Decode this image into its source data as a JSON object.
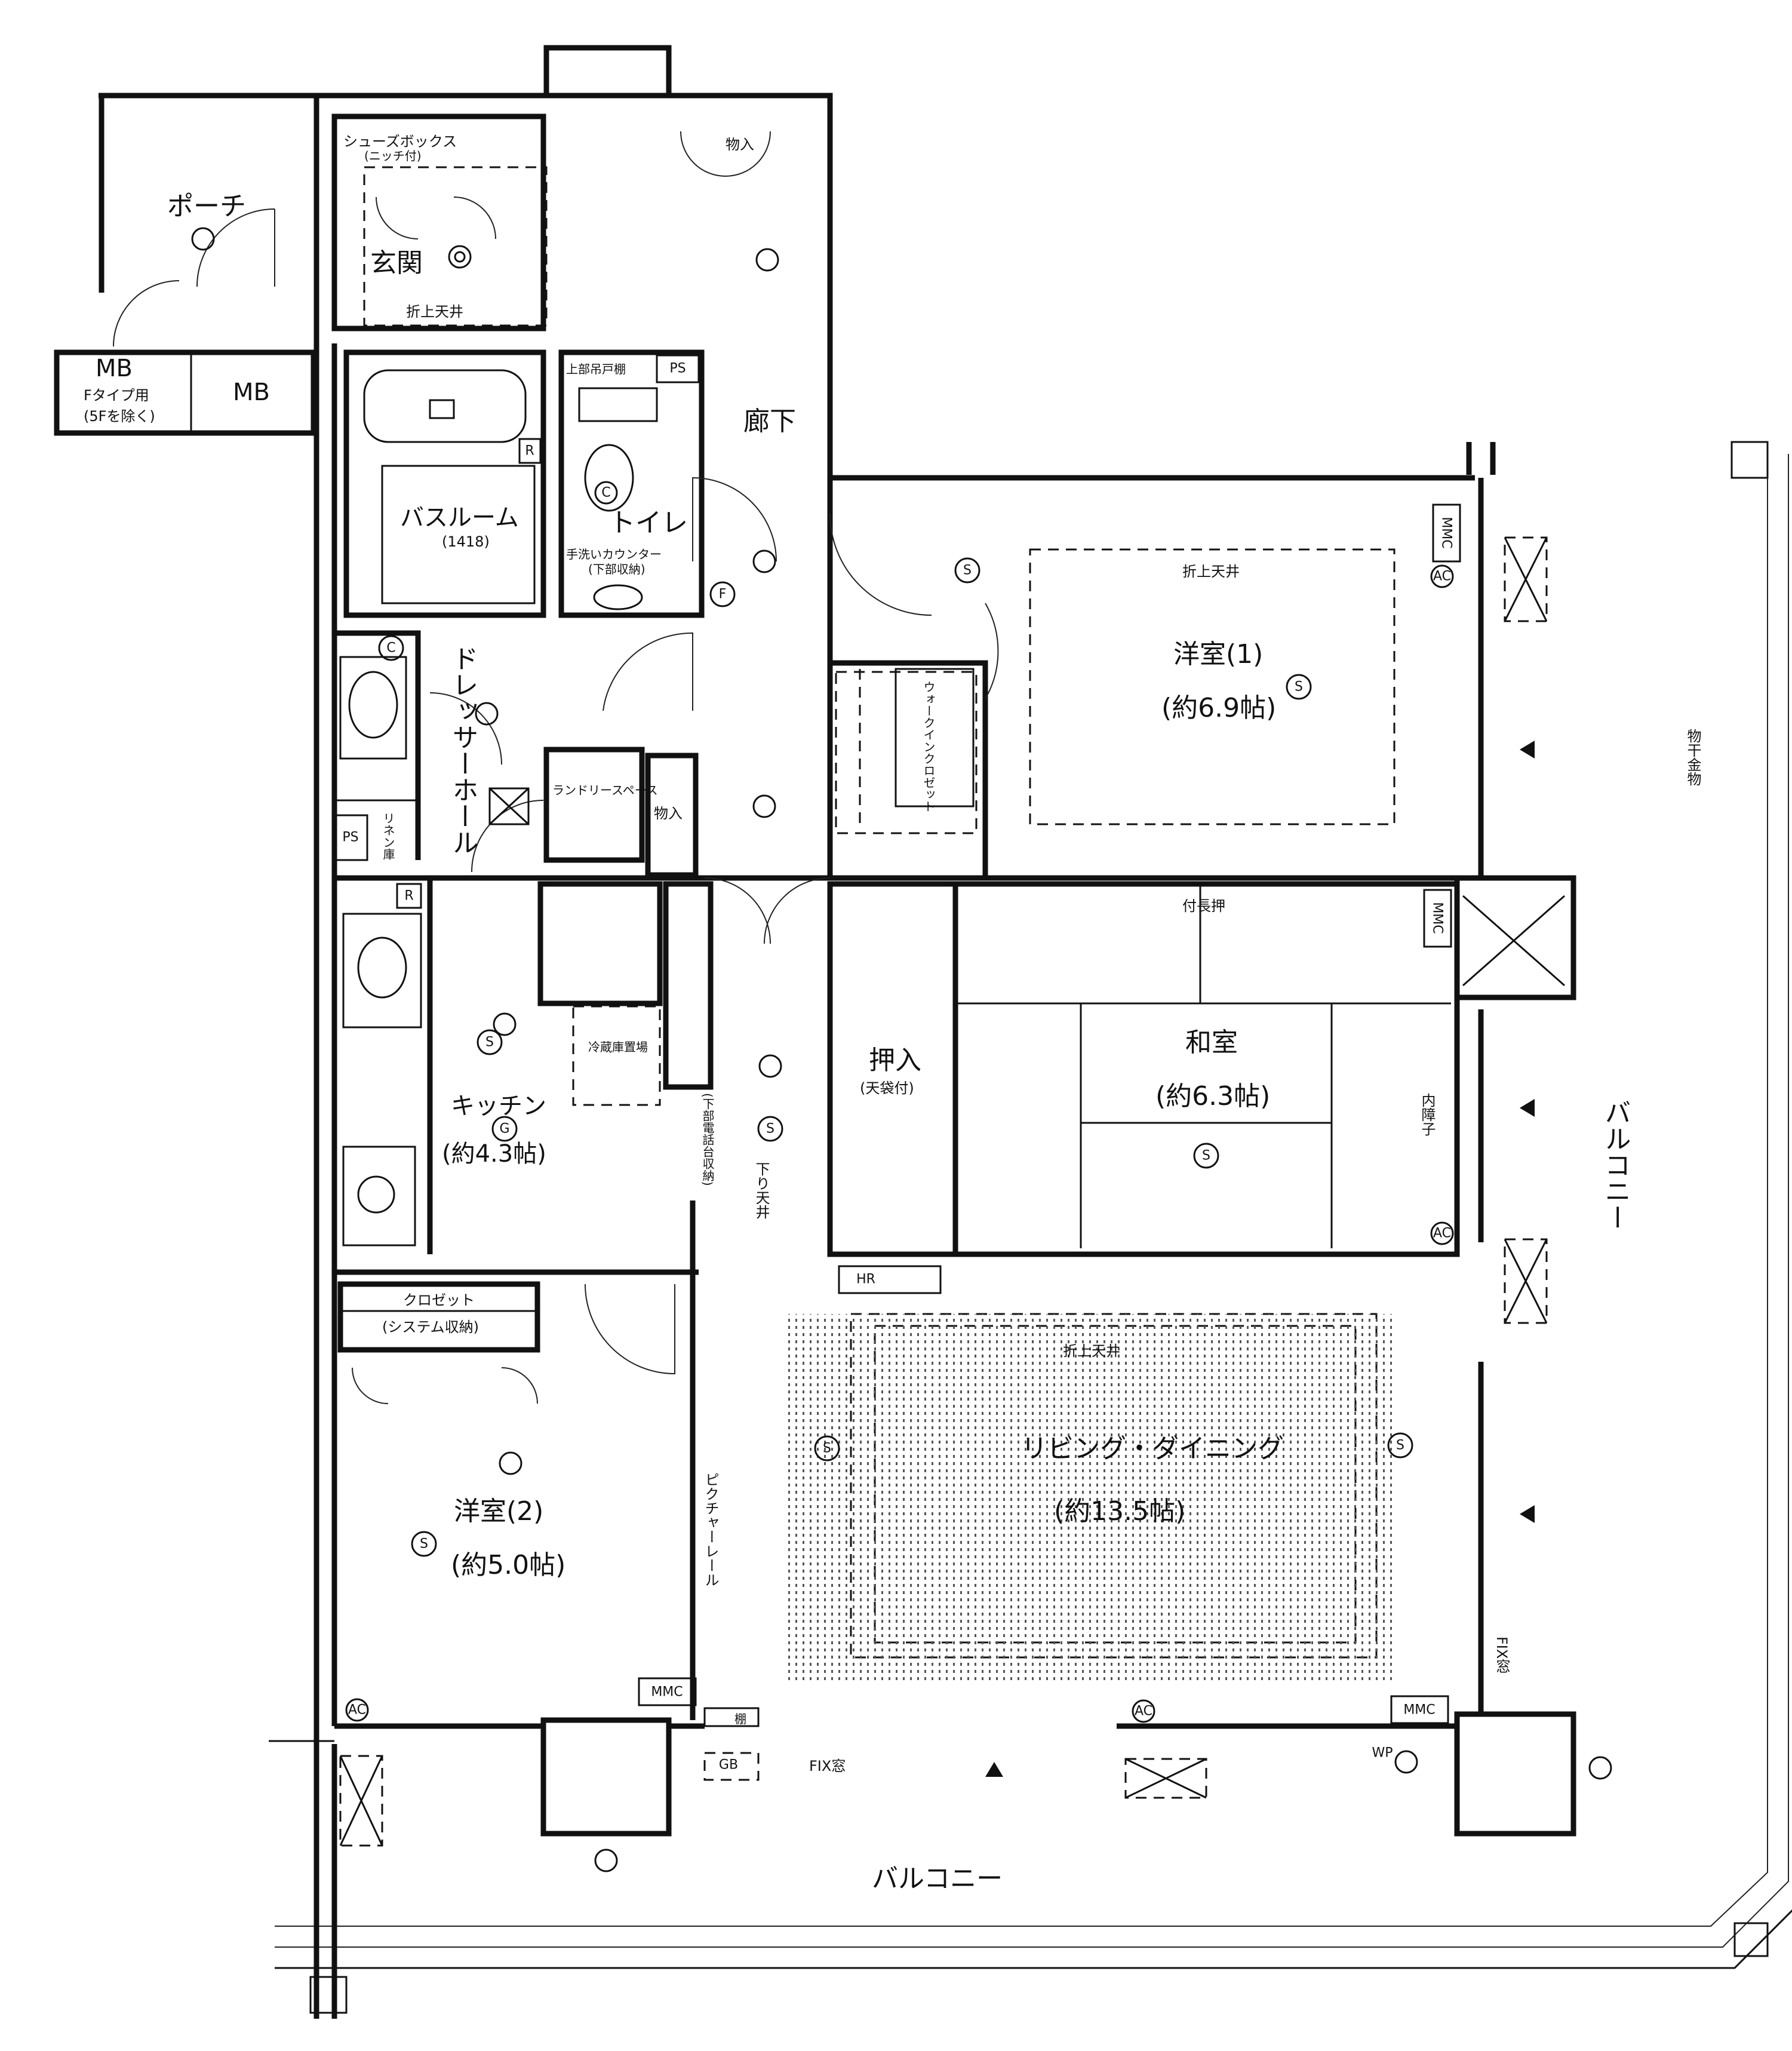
{
  "rooms": {
    "porch": "ポーチ",
    "entrance": "玄関",
    "shoebox": "シューズボックス",
    "shoebox_note": "(ニッチ付)",
    "entrance_ceiling": "折上天井",
    "storage_top": "物入",
    "mb_left": "MB",
    "mb_left_note": "Fタイプ用",
    "mb_left_note2": "(5Fを除く)",
    "mb_right": "MB",
    "corridor": "廊下",
    "bathroom": "バスルーム",
    "bathroom_size": "(1418)",
    "toilet": "トイレ",
    "toilet_cabinet": "上部吊戸棚",
    "toilet_counter": "手洗いカウンター",
    "toilet_counter_note": "(下部収納)",
    "ps_toilet": "PS",
    "dresser_hall": "ドレッサーホール",
    "laundry": "ランドリースペース",
    "storage_mid": "物入",
    "linen": "リネン庫",
    "ps_left": "PS",
    "kitchen": "キッチン",
    "kitchen_area": "(約4.3帖)",
    "fridge": "冷蔵庫置場",
    "pantry": "(下部電話台収納)",
    "lowered_ceiling": "下り天井",
    "western1": "洋室(1)",
    "western1_area": "(約6.9帖)",
    "western1_ceiling": "折上天井",
    "walkin": "ウォークインクロゼット",
    "washitsu": "和室",
    "washitsu_area": "(約6.3帖)",
    "oshiire": "押入",
    "oshiire_note": "(天袋付)",
    "tsukenage": "付長押",
    "uchishoji": "内障子",
    "western2": "洋室(2)",
    "western2_area": "(約5.0帖)",
    "closet": "クロゼット",
    "closet_note": "(システム収納)",
    "picture_rail": "ピクチャーレール",
    "living": "リビング・ダイニング",
    "living_area": "(約13.5帖)",
    "living_ceiling": "折上天井",
    "balcony_right": "バルコニー",
    "balcony_bottom": "バルコニー",
    "laundry_hardware": "物干金物",
    "fix_window_bottom": "FIX窓",
    "fix_window_right": "FIX窓",
    "shelf": "棚"
  },
  "symbols": {
    "mmc": "MMC",
    "hr": "HR",
    "gb": "GB",
    "ac": "AC",
    "ps": "PS",
    "r": "R",
    "s": "S",
    "g": "G",
    "f": "F",
    "c": "C",
    "wp": "WP"
  }
}
